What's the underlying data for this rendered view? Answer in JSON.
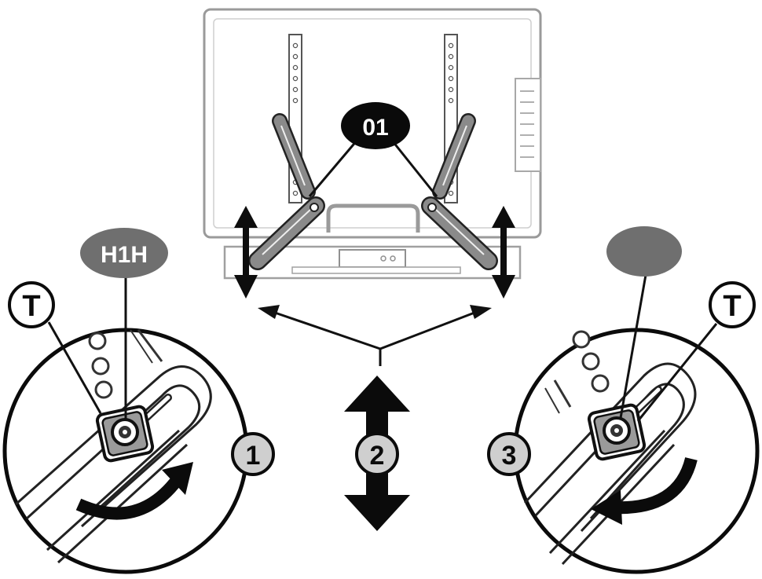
{
  "labels": {
    "part_callout": "01",
    "hardware_callout": "H1H",
    "tool_left": "T",
    "tool_right": "T",
    "step_1": "1",
    "step_2": "2",
    "step_3": "3"
  },
  "colors": {
    "ink": "#111111",
    "callout_dark": "#0a0a0a",
    "callout_grey": "#6f6f6f",
    "step_fill": "#cfcfcf",
    "arm_fill": "#8a8a8a",
    "panel_line": "#bdbdbd"
  },
  "icons": [
    "tool-t-icon",
    "rotate-clockwise-arrow-icon",
    "rotate-counterclockwise-arrow-icon",
    "up-down-arrow-icon"
  ]
}
